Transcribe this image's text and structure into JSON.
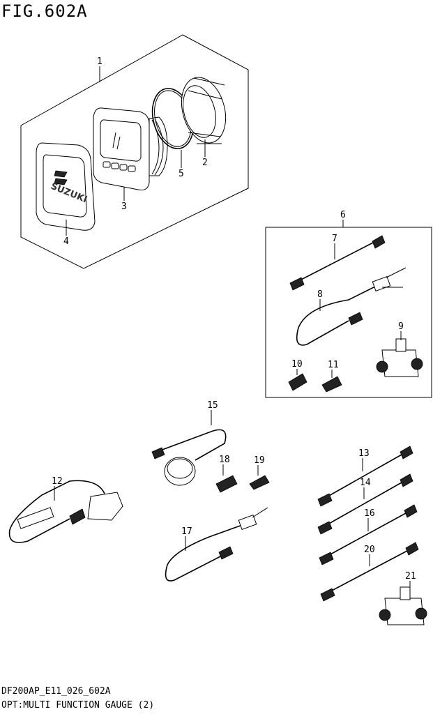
{
  "figure": {
    "title": "FIG.602A",
    "code": "DF200AP_E11_026_602A",
    "caption": "OPT:MULTI FUNCTION GAUGE (2)"
  },
  "logo": {
    "text": "SUZUKI"
  },
  "callouts": {
    "c1": "1",
    "c2": "2",
    "c3": "3",
    "c4": "4",
    "c5": "5",
    "c6": "6",
    "c7": "7",
    "c8": "8",
    "c9": "9",
    "c10": "10",
    "c11": "11",
    "c12": "12",
    "c13": "13",
    "c14": "14",
    "c15": "15",
    "c16": "16",
    "c17": "17",
    "c18": "18",
    "c19": "19",
    "c20": "20",
    "c21": "21"
  }
}
